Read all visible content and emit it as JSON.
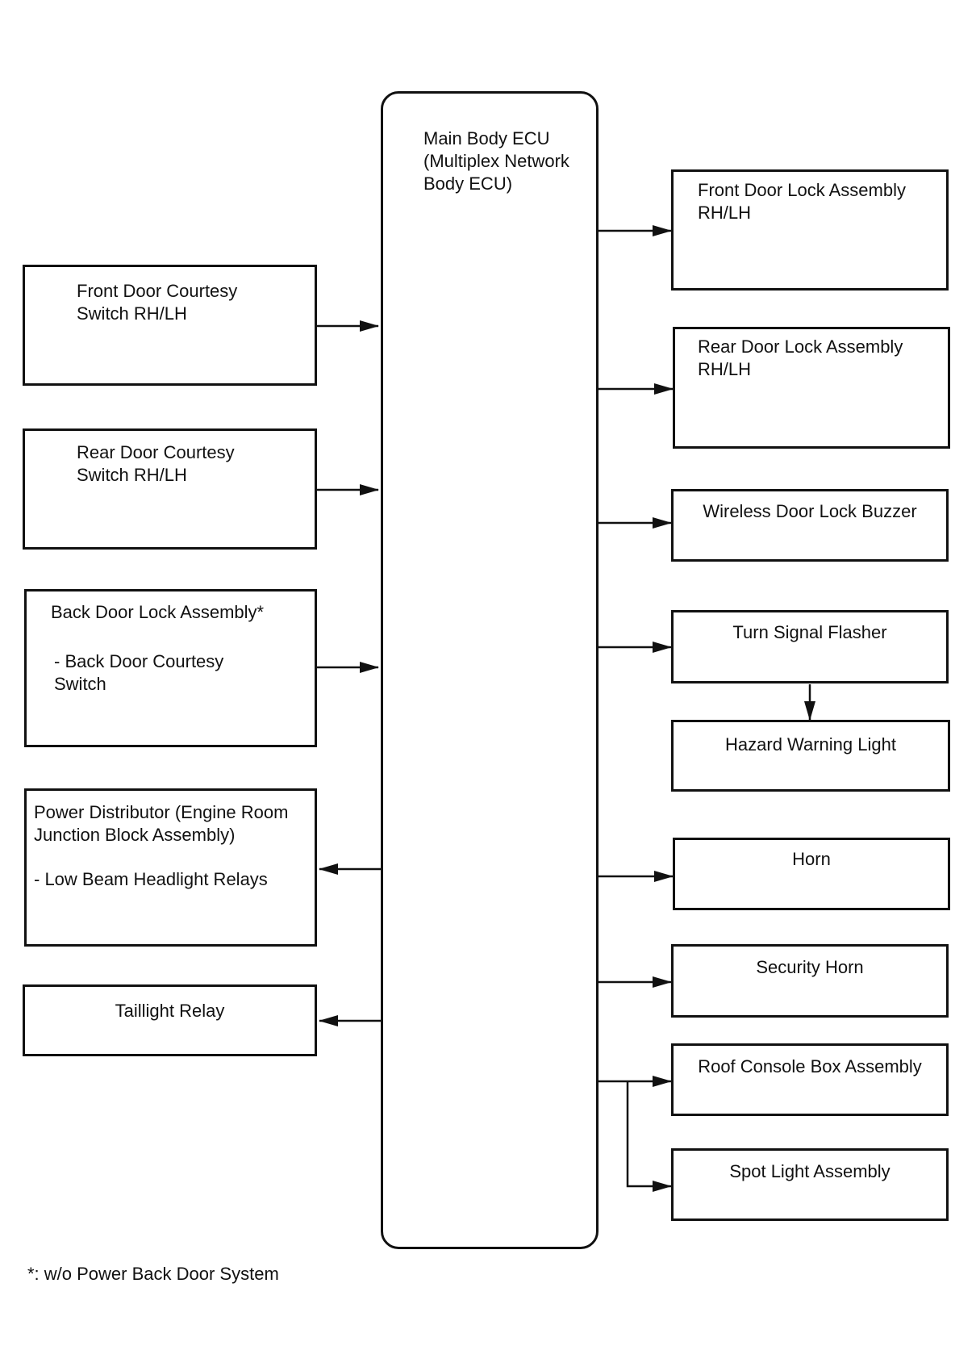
{
  "ecu": {
    "label": "Main Body ECU\n(Multiplex Network\nBody ECU)"
  },
  "inputs": [
    {
      "id": "front-door-courtesy-switch",
      "text": "Front Door Courtesy\nSwitch RH/LH"
    },
    {
      "id": "rear-door-courtesy-switch",
      "text": "Rear Door Courtesy\nSwitch RH/LH"
    },
    {
      "id": "back-door-lock-assembly",
      "title": "Back Door Lock Assembly*",
      "sub": "- Back Door Courtesy\nSwitch"
    }
  ],
  "left_outputs": [
    {
      "id": "power-distributor",
      "title": "Power Distributor (Engine Room\nJunction Block Assembly)",
      "sub": "- Low Beam Headlight Relays"
    },
    {
      "id": "taillight-relay",
      "text": "Taillight Relay"
    }
  ],
  "right_outputs": [
    {
      "id": "front-door-lock-assembly",
      "text": "Front Door Lock Assembly\nRH/LH"
    },
    {
      "id": "rear-door-lock-assembly",
      "text": "Rear Door Lock Assembly\nRH/LH"
    },
    {
      "id": "wireless-door-lock-buzzer",
      "text": "Wireless Door Lock Buzzer"
    },
    {
      "id": "turn-signal-flasher",
      "text": "Turn Signal Flasher"
    },
    {
      "id": "hazard-warning-light",
      "text": "Hazard Warning Light"
    },
    {
      "id": "horn",
      "text": "Horn"
    },
    {
      "id": "security-horn",
      "text": "Security Horn"
    },
    {
      "id": "roof-console-box-assembly",
      "text": "Roof Console Box Assembly"
    },
    {
      "id": "spot-light-assembly",
      "text": "Spot Light Assembly"
    }
  ],
  "footnote": "*: w/o Power Back Door System"
}
